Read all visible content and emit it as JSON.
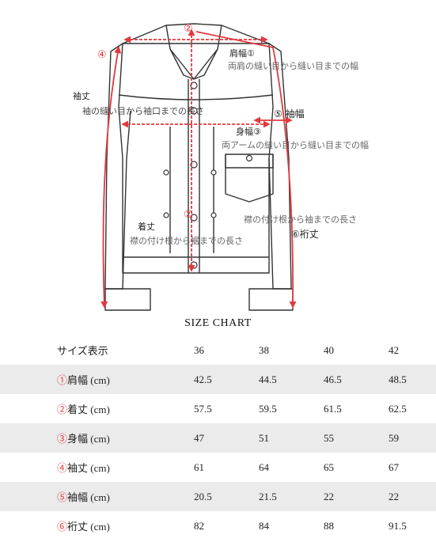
{
  "diagram": {
    "labels": {
      "shoulder_title": "肩幅①",
      "shoulder_desc": "両肩の縫い目から縫い目までの幅",
      "sleeve_title": "袖丈",
      "sleeve_desc": "袖の縫い目から袖口までの長さ",
      "body_title": "身幅③",
      "body_desc": "両アームの縫い目から縫い目までの幅",
      "sleeve_width": "⑤ 袖幅",
      "yuki_desc": "襟の付け根から袖までの長さ",
      "yuki_title": "⑥裄丈",
      "length_title": "着丈",
      "length_desc": "襟の付け根から裾までの長さ",
      "num2": "②",
      "num4": "④"
    },
    "accent_color": "#e2383f",
    "line_color": "#333333"
  },
  "size_chart": {
    "title": "SIZE CHART",
    "header": {
      "label": "サイズ表示",
      "sizes": [
        "36",
        "38",
        "40",
        "42"
      ]
    },
    "rows": [
      {
        "num": "①",
        "name": "肩幅 (cm)",
        "values": [
          "42.5",
          "44.5",
          "46.5",
          "48.5"
        ]
      },
      {
        "num": "②",
        "name": "着丈 (cm)",
        "values": [
          "57.5",
          "59.5",
          "61.5",
          "62.5"
        ]
      },
      {
        "num": "③",
        "name": "身幅 (cm)",
        "values": [
          "47",
          "51",
          "55",
          "59"
        ]
      },
      {
        "num": "④",
        "name": "袖丈 (cm)",
        "values": [
          "61",
          "64",
          "65",
          "67"
        ]
      },
      {
        "num": "⑤",
        "name": "袖幅 (cm)",
        "values": [
          "20.5",
          "21.5",
          "22",
          "22"
        ]
      },
      {
        "num": "⑥",
        "name": "裄丈 (cm)",
        "values": [
          "82",
          "84",
          "88",
          "91.5"
        ]
      }
    ]
  }
}
